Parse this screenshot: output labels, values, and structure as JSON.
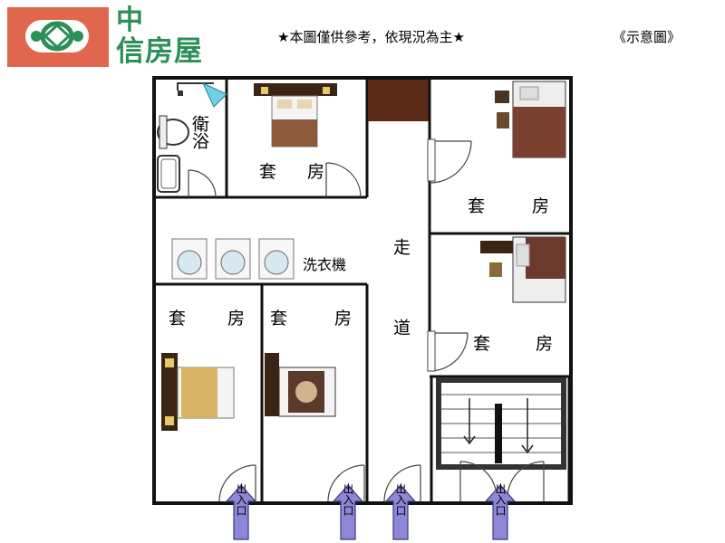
{
  "brand": {
    "name_line1": "中",
    "name_line2": "信房屋",
    "logo_color": "#e0674d",
    "brand_color": "#2c8f57"
  },
  "header": {
    "notice": "★本圖僅供參考，依現況為主★",
    "schematic": "《示意圖》"
  },
  "rooms": {
    "bathroom": "衛浴",
    "suite_top_center": "套房",
    "suite_top_right": "套房",
    "suite_mid_right": "套房",
    "suite_bottom_left": "套房",
    "suite_bottom_center": "套房",
    "laundry": "洗衣機",
    "corridor": "走道"
  },
  "entrances": {
    "label": "出入口",
    "count": 4
  }
}
